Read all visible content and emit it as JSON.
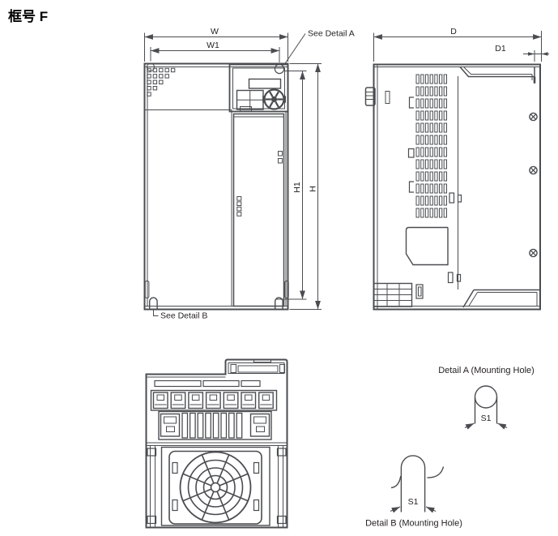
{
  "title": "框号 F",
  "colors": {
    "line": "#4b4c50",
    "text": "#231f20",
    "background": "#ffffff"
  },
  "front_view": {
    "label_w": "W",
    "label_w1": "W1",
    "label_h": "H",
    "label_h1": "H1",
    "see_detail_a": "See Detail A",
    "see_detail_b": "See Detail B"
  },
  "side_view": {
    "label_d": "D",
    "label_d1": "D1"
  },
  "detail_a": {
    "title": "Detail A (Mounting Hole)",
    "label_s1": "S1"
  },
  "detail_b": {
    "title": "Detail B (Mounting Hole)",
    "label_s1": "S1"
  }
}
